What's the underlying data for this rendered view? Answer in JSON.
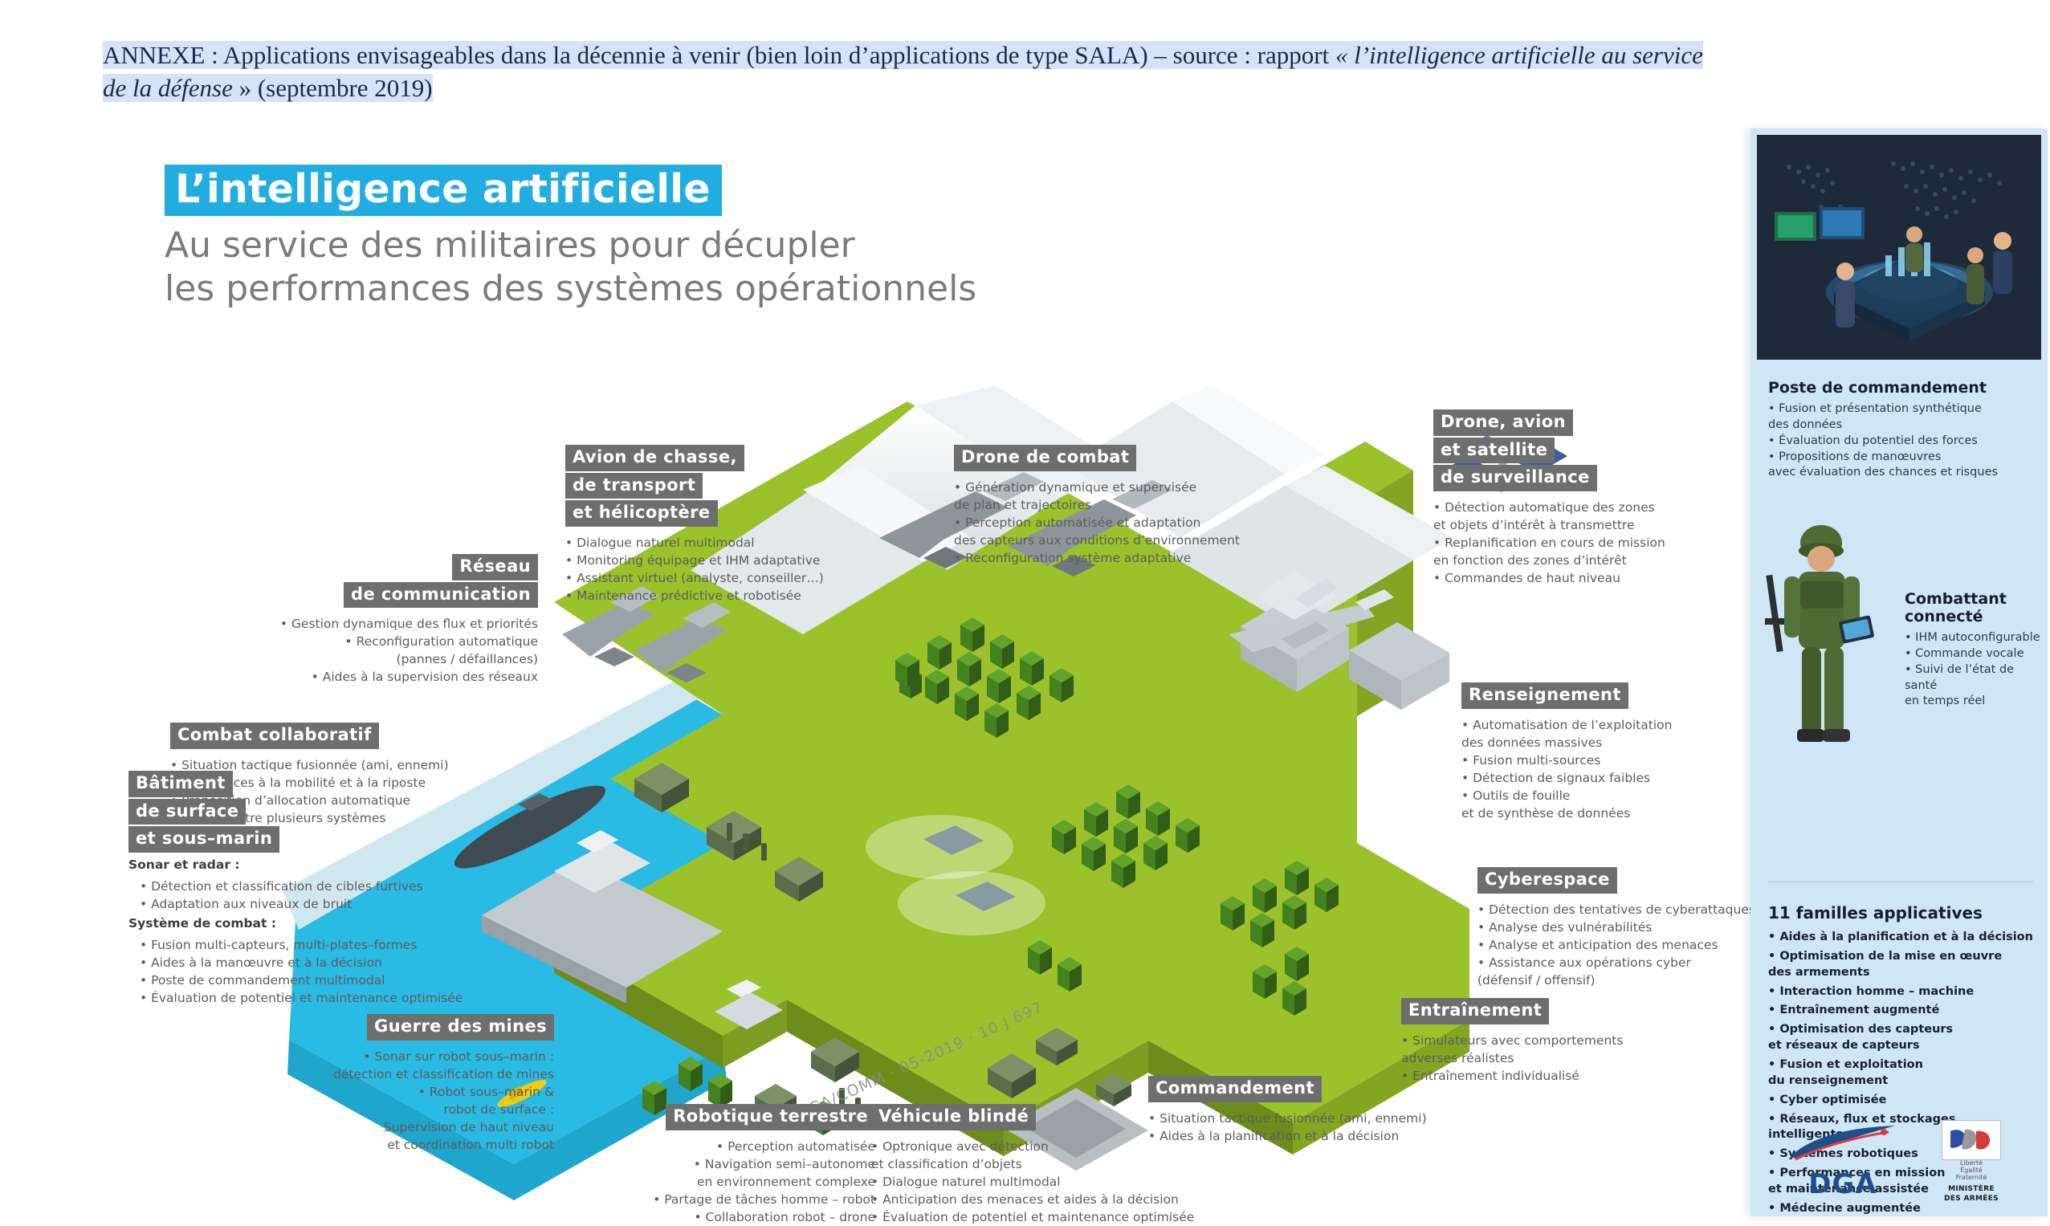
{
  "slide": {
    "title_line1_a": "ANNEXE : Applications envisageables dans la décennie à venir (bien loin d’applications de type SALA) – source : rapport ",
    "title_line1_b": "« l’intelligence artificielle au service",
    "title_line2_a": "de la défense",
    "title_line2_b": " » (septembre 2019)"
  },
  "infographic": {
    "headline": "L’intelligence artificielle",
    "subhead_line1": "Au service des militaires pour décupler",
    "subhead_line2": "les performances des systèmes opérationnels",
    "watermark": "DGA/COMM · 05-2019 · 10 J 697"
  },
  "callouts": [
    {
      "id": "avion-de-chasse",
      "tag_lines": [
        "Avion de chasse,",
        "de transport",
        "et hélicoptère"
      ],
      "items": [
        "Dialogue naturel multimodal",
        "Monitoring équipage et IHM adaptative",
        "Assistant virtuel (analyste, conseiller…)",
        "Maintenance prédictive et robotisée"
      ]
    },
    {
      "id": "drone-de-combat",
      "tag_lines": [
        "Drone de combat"
      ],
      "items": [
        "Génération dynamique et supervisée\nde plan et trajectoires",
        "Perception automatisée et adaptation\ndes capteurs aux conditions d’environnement",
        "Reconfiguration système adaptative"
      ]
    },
    {
      "id": "reseau-de-communication",
      "tag_lines": [
        "Réseau",
        "de communication"
      ],
      "items": [
        "Gestion dynamique des flux et priorités",
        "Reconfiguration automatique\n(pannes / défaillances)",
        "Aides à la supervision des réseaux"
      ]
    },
    {
      "id": "combat-collaboratif",
      "tag_lines": [
        "Combat collaboratif"
      ],
      "items": [
        "Situation tactique fusionnée (ami, ennemi)",
        "Assistances à la mobilité et à la riposte",
        "Proposition d’allocation automatique\nde cibles entre plusieurs systèmes"
      ]
    },
    {
      "id": "batiment-de-surface",
      "tag_lines": [
        "Bâtiment",
        "de surface",
        "et sous–marin"
      ],
      "group1_head": "Sonar et radar :",
      "group1_items": [
        "Détection et classification  de cibles furtives",
        "Adaptation aux niveaux de bruit"
      ],
      "group2_head": "Système de combat :",
      "group2_items": [
        "Fusion multi-capteurs, multi-plates–formes",
        "Aides à la manœuvre et à la décision",
        "Poste de commandement multimodal",
        "Évaluation de potentiel et maintenance optimisée"
      ]
    },
    {
      "id": "guerre-des-mines",
      "tag_lines": [
        "Guerre des mines"
      ],
      "items": [
        "Sonar sur robot sous–marin :\ndétection et classification de mines",
        "Robot sous–marin &\nrobot de surface :\nSupervision de haut niveau\net coordination multi robot"
      ]
    },
    {
      "id": "robotique-terrestre",
      "tag_lines": [
        "Robotique terrestre"
      ],
      "items": [
        "Perception automatisée",
        "Navigation semi–autonome\nen environnement complexe",
        "Partage de tâches homme – robot",
        "Collaboration robot – drone"
      ]
    },
    {
      "id": "vehicule-blinde",
      "tag_lines": [
        "Véhicule blindé"
      ],
      "items": [
        "Optronique avec détection\net classification d’objets",
        "Dialogue naturel multimodal",
        "Anticipation des menaces et aides à la décision",
        "Évaluation de potentiel et maintenance optimisée"
      ]
    },
    {
      "id": "drone-avion-satellite",
      "tag_lines": [
        "Drone, avion",
        "et satellite",
        "de surveillance"
      ],
      "items": [
        "Détection automatique des zones\net objets d’intérêt à transmettre",
        "Replanification en cours de mission\nen fonction des zones d’intérêt",
        "Commandes de haut niveau"
      ]
    },
    {
      "id": "renseignement",
      "tag_lines": [
        "Renseignement"
      ],
      "items": [
        "Automatisation de l’exploitation\ndes données massives",
        "Fusion multi-sources",
        "Détection de signaux faibles",
        "Outils de fouille\net de synthèse de données"
      ]
    },
    {
      "id": "cyberespace",
      "tag_lines": [
        "Cyberespace"
      ],
      "items": [
        "Détection des tentatives de cyberattaques",
        "Analyse des vulnérabilités",
        "Analyse et anticipation des menaces",
        "Assistance aux opérations cyber\n(défensif / offensif)"
      ]
    },
    {
      "id": "entrainement",
      "tag_lines": [
        "Entraînement"
      ],
      "items": [
        "Simulateurs avec comportements\nadverses réalistes",
        "Entraînement individualisé"
      ]
    },
    {
      "id": "commandement",
      "tag_lines": [
        "Commandement"
      ],
      "items": [
        "Situation tactique fusionnée (ami, ennemi)",
        "Aides à la planification et à la décision"
      ]
    }
  ],
  "side_panel": {
    "command_post": {
      "title": "Poste de commandement",
      "items": [
        "Fusion et présentation synthétique\ndes données",
        "Évaluation du potentiel des forces",
        "Propositions de manœuvres\navec évaluation  des chances et risques"
      ]
    },
    "connected_soldier": {
      "title": "Combattant connecté",
      "items": [
        "IHM autoconfigurable",
        "Commande vocale",
        "Suivi de l’état de santé\nen temps réel"
      ]
    },
    "families": {
      "title": "11 familles applicatives",
      "items": [
        "Aides à la planification et à la décision",
        "Optimisation de la mise en œuvre\ndes armements",
        "Interaction homme – machine",
        "Entraînement augmenté",
        "Optimisation des capteurs\net réseaux de capteurs",
        "Fusion et exploitation\ndu renseignement",
        "Cyber optimisée",
        "Réseaux, flux et stockages intelligents",
        "Systèmes robotiques",
        "Performances en mission\net maintenance assistée",
        "Médecine augmentée"
      ]
    },
    "logos": {
      "dga": "DGA",
      "ministry_line1": "MINISTÈRE",
      "ministry_line2": "DES ARMÉES",
      "republic_line1": "Liberté",
      "republic_line2": "Égalité",
      "republic_line3": "Fraternité"
    }
  },
  "colors": {
    "accent_cyan": "#22ade0",
    "tag_grey": "#6e6e6e",
    "panel_blue": "#cfe6f7",
    "land_green": "#9cc22b",
    "water_blue": "#29bbe3"
  }
}
